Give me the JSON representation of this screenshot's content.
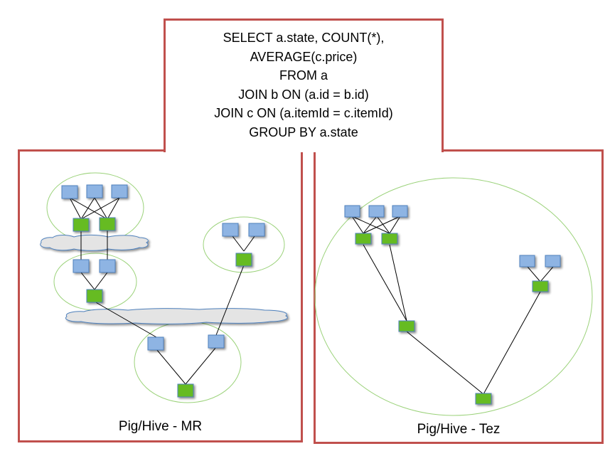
{
  "query": {
    "lines": [
      "SELECT a.state, COUNT(*),",
      "AVERAGE(c.price)",
      "FROM a",
      "JOIN b ON (a.id = b.id)",
      "JOIN c ON (a.itemId = c.itemId)",
      "GROUP BY a.state"
    ]
  },
  "panels": {
    "mr": {
      "caption": "Pig/Hive - MR",
      "node_types": {
        "input": "blue-task",
        "processing": "green-task"
      },
      "stages": 4,
      "hdfs_writes_between_stages": 2
    },
    "tez": {
      "caption": "Pig/Hive - Tez",
      "node_types": {
        "input": "blue-task",
        "processing": "green-task"
      },
      "stages": 1,
      "hdfs_writes_between_stages": 0
    }
  },
  "colors": {
    "frame_border": "#c0504d",
    "input_node_fill": "#8eb4e3",
    "input_node_stroke": "#4f81bd",
    "task_node_fill": "#66bb22",
    "task_node_stroke": "#4f81bd",
    "job_ellipse": "#9bd27a",
    "hdfs_cloud_fill": "#e4e4e4",
    "hdfs_cloud_stroke": "#4f81bd",
    "edge": "#000000"
  }
}
